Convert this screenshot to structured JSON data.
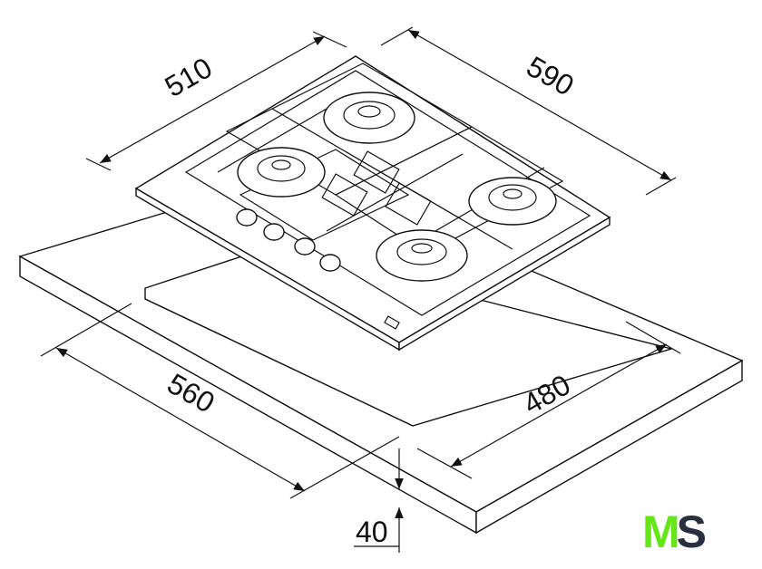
{
  "dimensions": {
    "hob_depth": "510",
    "hob_width": "590",
    "cutout_width": "560",
    "cutout_depth": "480",
    "worktop_thickness": "40"
  },
  "logo": {
    "text": "MS",
    "letter1": "M",
    "letter2": "S",
    "color1": "#66e619",
    "color2": "#26303f"
  }
}
